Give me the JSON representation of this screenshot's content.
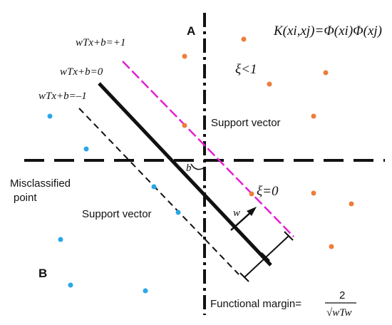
{
  "colors": {
    "class_positive": "#ee7d3b",
    "class_negative": "#2aa7e8",
    "upper_margin_line": "#e41fd1",
    "ink": "#111111"
  },
  "labels": {
    "region_a": "A",
    "region_b": "B",
    "kernel": "K(xi,xj)=Φ(xi)Φ(xj)",
    "upper_hyperplane": "wTx+b=+1",
    "hyperplane": "wTx+b=0",
    "lower_hyperplane": "wTx+b=–1",
    "xi_lt_1": "ξ<1",
    "xi_eq_0": "ξ=0",
    "support_vector_upper": "Support vector",
    "support_vector_lower": "Support vector",
    "misclassified_line1": "Misclassified",
    "misclassified_line2": "point",
    "bias": "b",
    "weight": "w",
    "functional_margin": "Functional margin=",
    "margin_numerator": "2",
    "margin_denominator": "√wTw"
  }
}
